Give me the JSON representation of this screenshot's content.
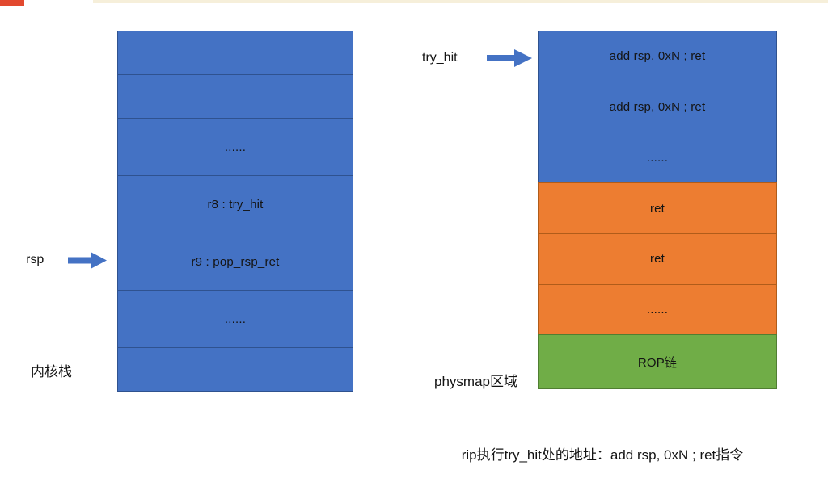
{
  "left_stack": {
    "label": "内核栈",
    "pointer_label": "rsp",
    "cells": [
      {
        "text": "",
        "color": "blue"
      },
      {
        "text": "",
        "color": "blue"
      },
      {
        "text": "......",
        "color": "blue"
      },
      {
        "text": "r8 : try_hit",
        "color": "blue"
      },
      {
        "text": "r9 : pop_rsp_ret",
        "color": "blue"
      },
      {
        "text": "......",
        "color": "blue"
      },
      {
        "text": "",
        "color": "blue"
      }
    ]
  },
  "right_stack": {
    "label": "physmap区域",
    "pointer_label": "try_hit",
    "cells": [
      {
        "text": "add rsp, 0xN ; ret",
        "color": "blue"
      },
      {
        "text": "add rsp, 0xN ; ret",
        "color": "blue"
      },
      {
        "text": "......",
        "color": "blue"
      },
      {
        "text": "ret",
        "color": "orange"
      },
      {
        "text": "ret",
        "color": "orange"
      },
      {
        "text": "......",
        "color": "orange"
      },
      {
        "text": "ROP链",
        "color": "green"
      }
    ]
  },
  "caption": "rip执行try_hit处的地址：add rsp, 0xN ; ret指令",
  "colors": {
    "blue": "#4472c4",
    "orange": "#ed7d31",
    "green": "#70ad47",
    "border_blue": "#2f528f",
    "border_orange": "#b05c1a",
    "border_green": "#507e32",
    "arrow": "#4472c4",
    "top_strip_red": "#e2492f",
    "top_strip_cream": "#f6efda"
  }
}
